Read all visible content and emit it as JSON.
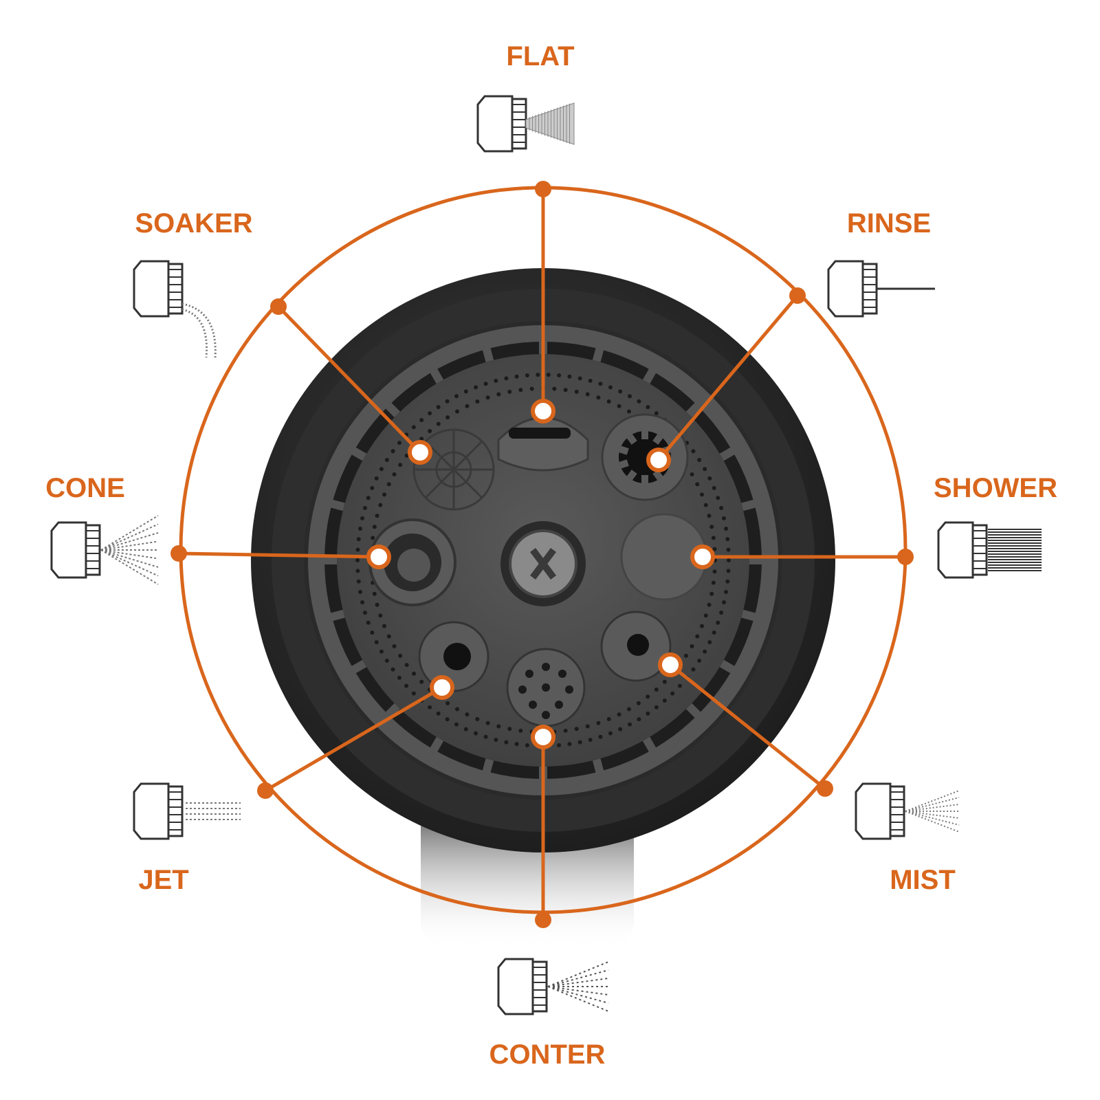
{
  "accent_color": "#d9661c",
  "nozzle_color": "#4a4a4a",
  "modes": [
    {
      "id": "flat",
      "label": "FLAT",
      "icon": "flat-spray-icon"
    },
    {
      "id": "rinse",
      "label": "RINSE",
      "icon": "rinse-spray-icon"
    },
    {
      "id": "shower",
      "label": "SHOWER",
      "icon": "shower-spray-icon"
    },
    {
      "id": "mist",
      "label": "MIST",
      "icon": "mist-spray-icon"
    },
    {
      "id": "conter",
      "label": "CONTER",
      "icon": "center-spray-icon"
    },
    {
      "id": "jet",
      "label": "JET",
      "icon": "jet-spray-icon"
    },
    {
      "id": "cone",
      "label": "CONE",
      "icon": "cone-spray-icon"
    },
    {
      "id": "soaker",
      "label": "SOAKER",
      "icon": "soaker-spray-icon"
    }
  ]
}
